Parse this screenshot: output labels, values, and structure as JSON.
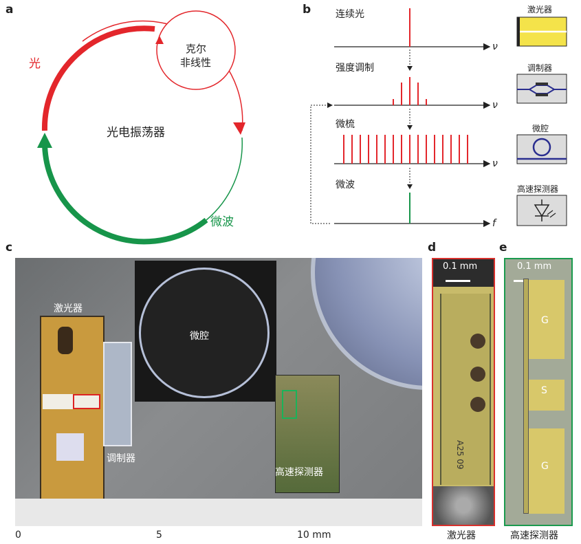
{
  "panel_a": {
    "letter": "a",
    "loop_label": "光电振荡器",
    "kerr_label_1": "克尔",
    "kerr_label_2": "非线性",
    "light_label": "光",
    "microwave_label": "微波",
    "colors": {
      "light": "#e3262b",
      "microwave": "#17954a"
    }
  },
  "panel_b": {
    "letter": "b",
    "rows": [
      {
        "label": "连续光",
        "axis": "ν"
      },
      {
        "label": "强度调制",
        "axis": "ν"
      },
      {
        "label": "微梳",
        "axis": "ν"
      },
      {
        "label": "微波",
        "axis": "f"
      }
    ],
    "components": [
      "激光器",
      "调制器",
      "微腔",
      "高速探测器"
    ]
  },
  "panel_c": {
    "letter": "c",
    "labels": {
      "laser": "激光器",
      "modulator": "调制器",
      "microcavity": "微腔",
      "detector": "高速探测器"
    },
    "ruler": [
      "0",
      "5",
      "10 mm"
    ]
  },
  "panel_d": {
    "letter": "d",
    "scale": "0.1 mm",
    "caption": "激光器",
    "chip_text": "A25  09"
  },
  "panel_e": {
    "letter": "e",
    "scale": "0.1 mm",
    "caption": "高速探测器",
    "pads": [
      "G",
      "S",
      "G"
    ]
  }
}
